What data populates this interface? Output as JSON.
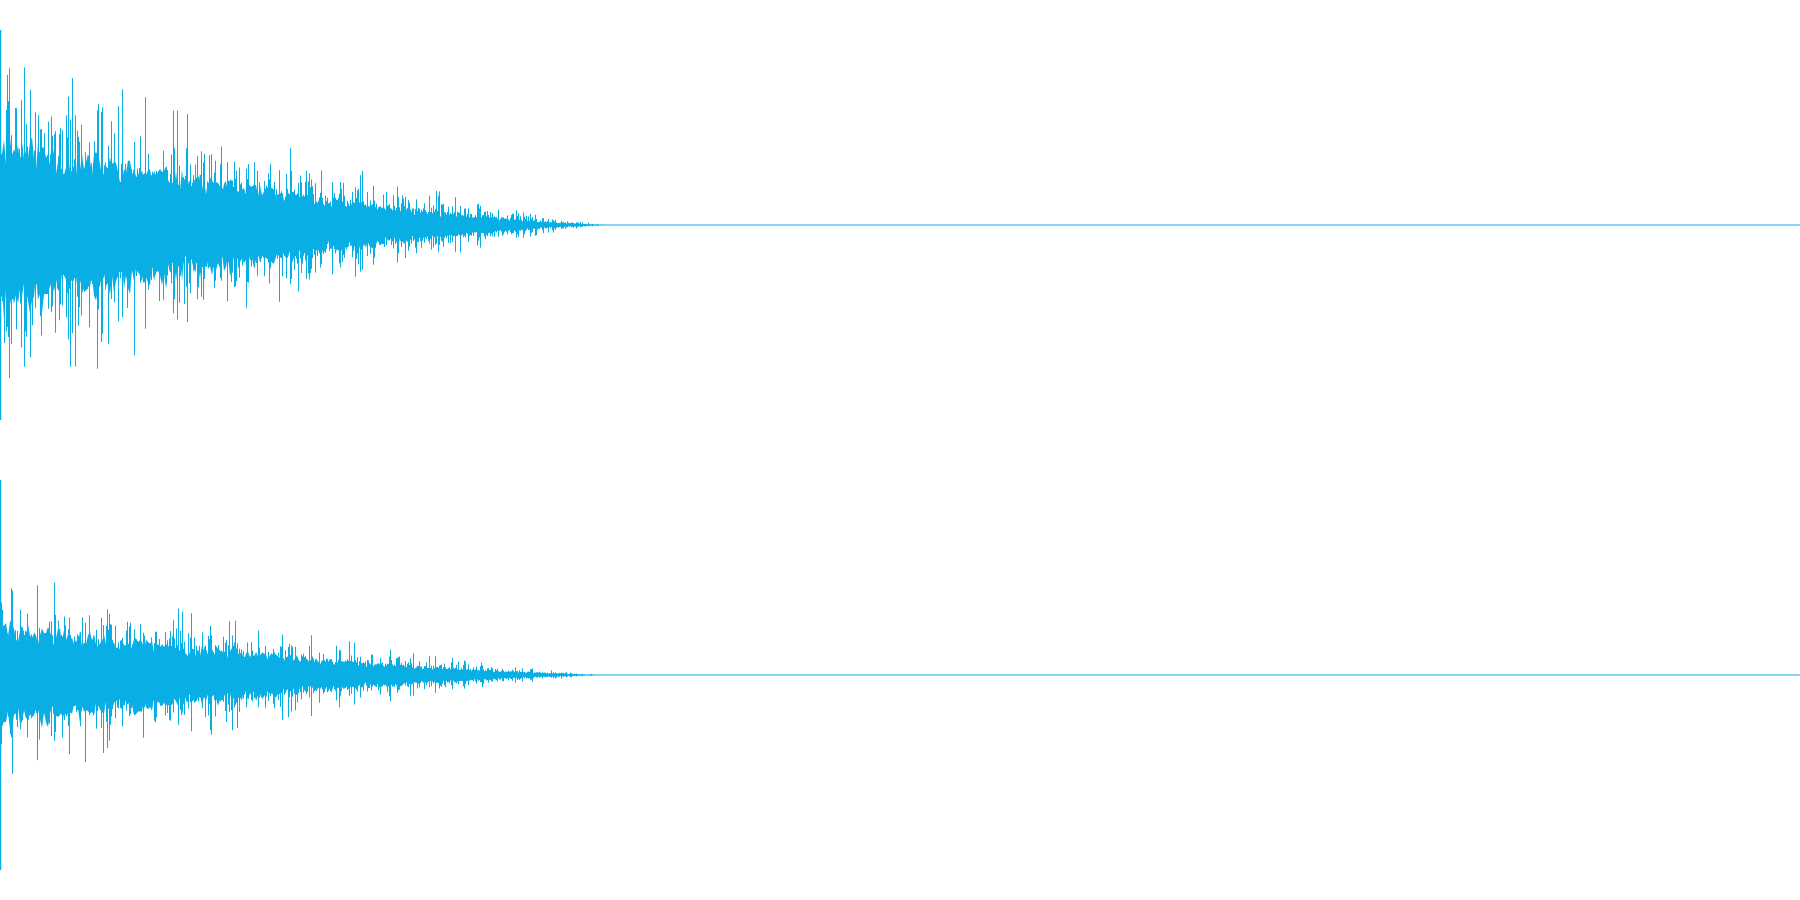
{
  "waveform": {
    "color": "#08aee4",
    "background": "#ffffff",
    "channels": [
      {
        "name": "",
        "peak_amplitude": 0.95,
        "decay_end_fraction": 0.34,
        "noise_seed": 11
      },
      {
        "name": "",
        "peak_amplitude": 0.55,
        "decay_end_fraction": 0.34,
        "noise_seed": 29
      }
    ]
  }
}
